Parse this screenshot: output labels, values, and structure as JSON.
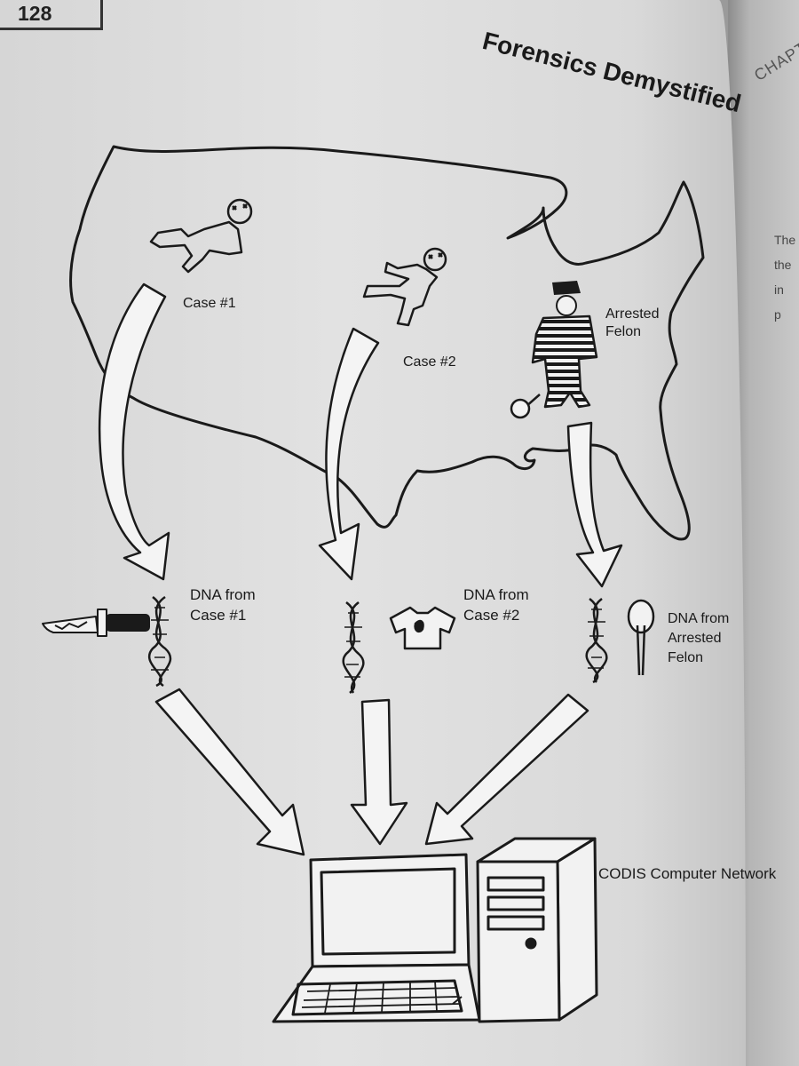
{
  "page": {
    "number": "128",
    "running_head": "Forensics Demystified",
    "next_page_tab": "CHAPT",
    "next_page_letters": [
      "The",
      "the",
      "in",
      "p"
    ]
  },
  "figure": {
    "cases": [
      {
        "label": "Case #1"
      },
      {
        "label": "Case #2"
      },
      {
        "label_lines": [
          "Arrested",
          "Felon"
        ]
      }
    ],
    "dna_sources": [
      {
        "label_lines": [
          "DNA from",
          "Case #1"
        ],
        "evidence_icon": "knife-icon"
      },
      {
        "label_lines": [
          "DNA from",
          "Case #2"
        ],
        "evidence_icon": "shirt-icon"
      },
      {
        "label_lines": [
          "DNA from",
          "Arrested",
          "Felon"
        ],
        "evidence_icon": "cotton-swab-icon"
      }
    ],
    "network_label": "CODIS Computer Network"
  }
}
